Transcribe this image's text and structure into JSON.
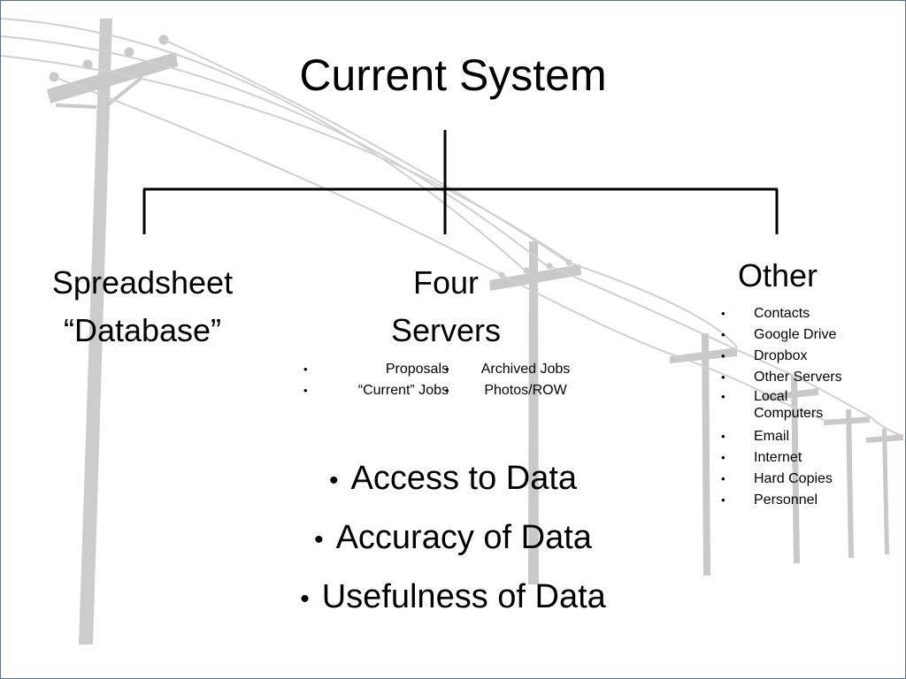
{
  "title": "Current System",
  "nodes": {
    "left": [
      "Spreadsheet",
      "“Database”"
    ],
    "center": [
      "Four",
      "Servers"
    ],
    "right": [
      "Other"
    ]
  },
  "servers_list": {
    "column_a": [
      "Proposals",
      "“Current” Jobs"
    ],
    "column_b": [
      "Archived Jobs",
      "Photos/ROW"
    ]
  },
  "other_list": [
    "Contacts",
    "Google Drive",
    "Dropbox",
    "Other Servers",
    "Local Computers",
    "Email",
    "Internet",
    "Hard Copies",
    "Personnel"
  ],
  "issues": [
    "Access to Data",
    "Accuracy of Data",
    "Usefulness of Data"
  ],
  "colors": {
    "background": "#ffffff",
    "text": "#000000",
    "frame": "#5b6f8a",
    "poles": "#c9c9c9"
  }
}
